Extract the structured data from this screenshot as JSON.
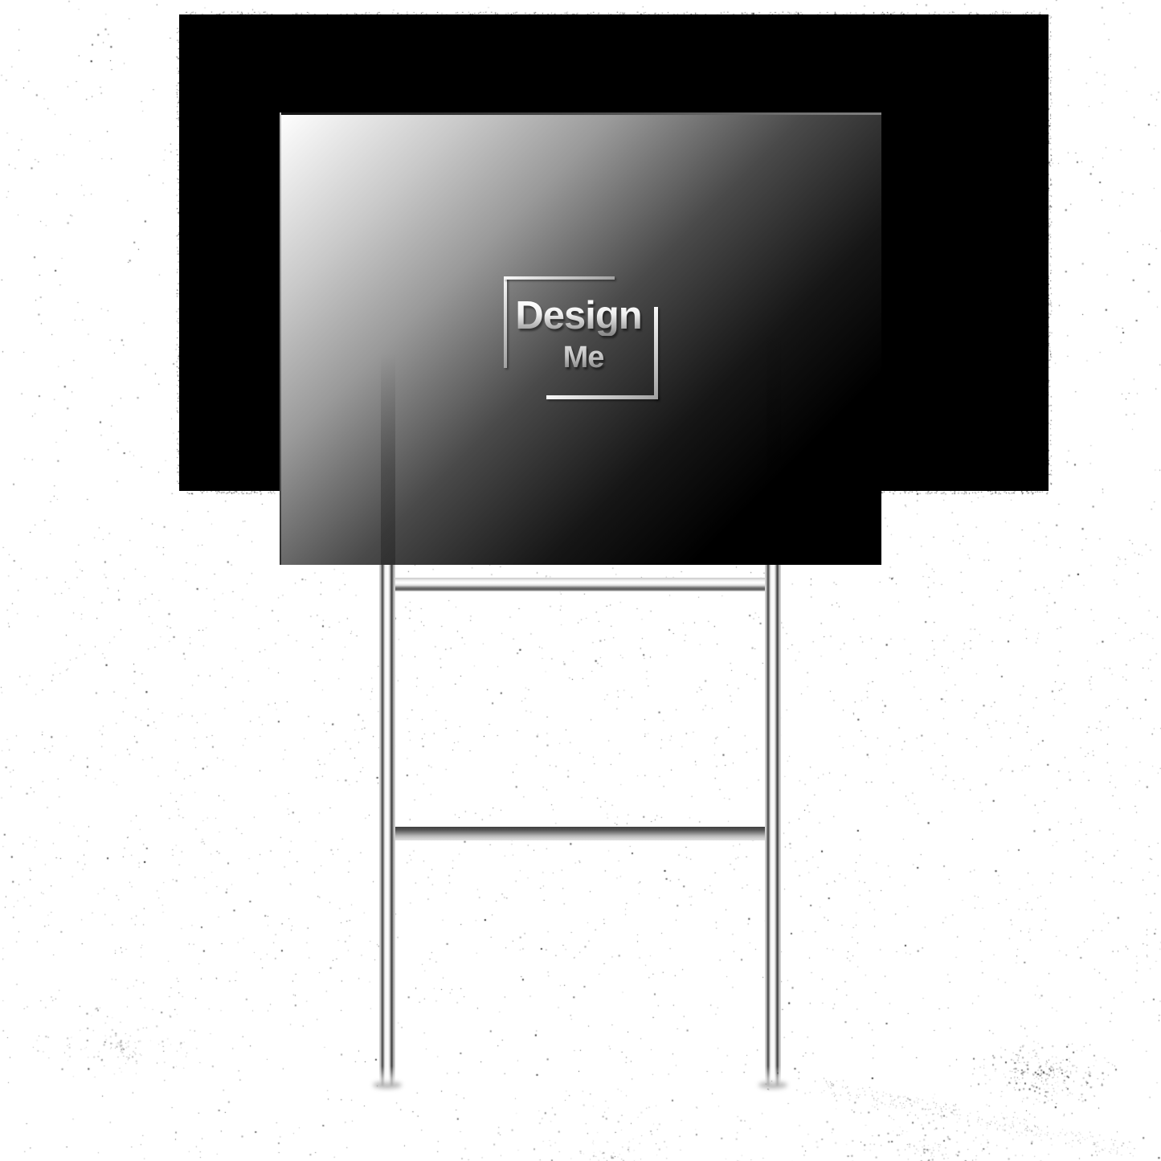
{
  "mockup": {
    "type": "yard-sign-mockup",
    "logo": {
      "line1": "Design",
      "line2": "Me"
    },
    "colors": {
      "page-bg": "#ffffff",
      "backdrop": "#000000",
      "sign-grad-start": "#ffffff",
      "sign-grad-end": "#000000",
      "metal-light": "#ffffff",
      "metal-dark": "#555555"
    }
  }
}
